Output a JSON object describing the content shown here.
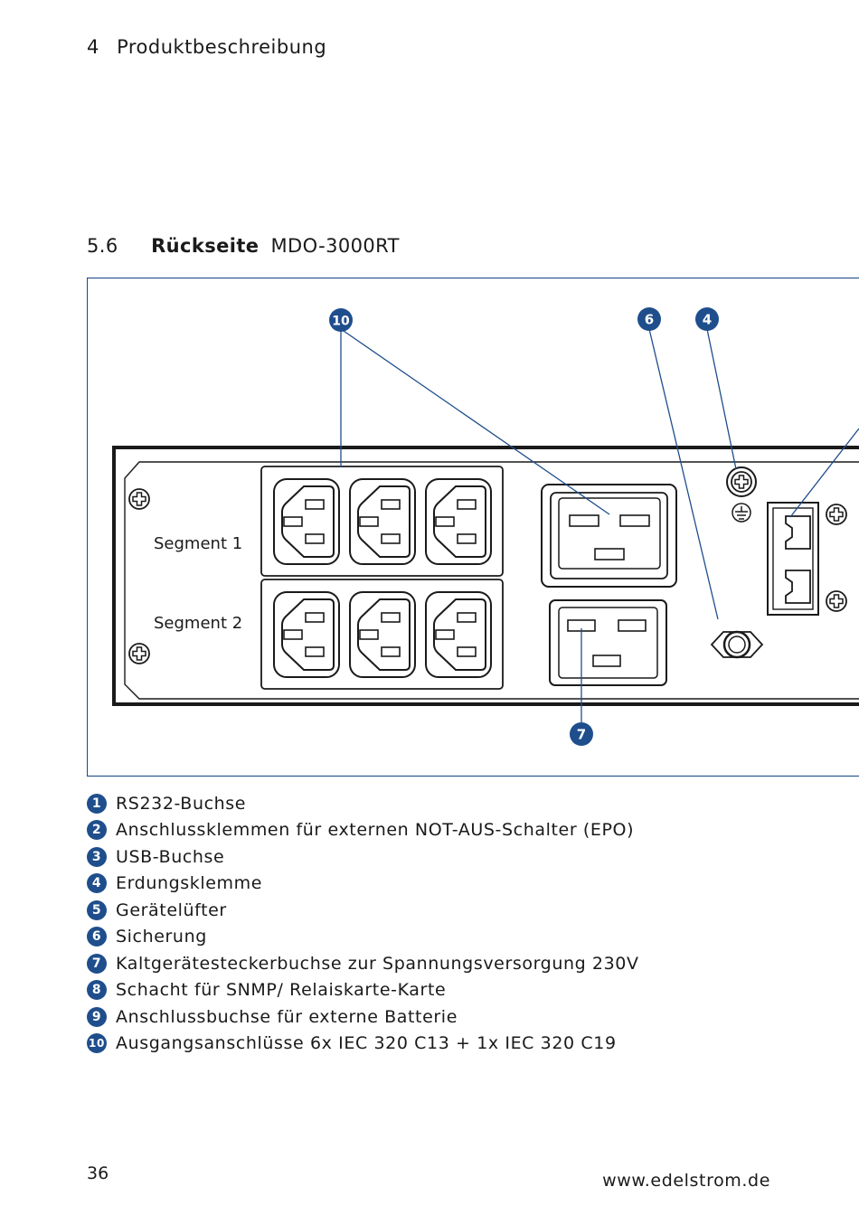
{
  "header": {
    "chapter_number": "4",
    "chapter_title": "Produktbeschreibung"
  },
  "section": {
    "number": "5.6",
    "title": "Rückseite",
    "model": "MDO-3000RT"
  },
  "figure": {
    "segment_labels": [
      "Segment 1",
      "Segment 2"
    ],
    "callouts": [
      "10",
      "6",
      "4",
      "7"
    ],
    "accent_color": "#1f4e8c"
  },
  "legend": [
    {
      "num": "1",
      "text": "RS232-Buchse"
    },
    {
      "num": "2",
      "text": "Anschlussklemmen für externen NOT-AUS-Schalter (EPO)"
    },
    {
      "num": "3",
      "text": "USB-Buchse"
    },
    {
      "num": "4",
      "text": "Erdungsklemme"
    },
    {
      "num": "5",
      "text": "Gerätelüfter"
    },
    {
      "num": "6",
      "text": "Sicherung"
    },
    {
      "num": "7",
      "text": "Kaltgerätesteckerbuchse zur Spannungsversorgung 230V"
    },
    {
      "num": "8",
      "text": "Schacht für SNMP/ Relaiskarte-Karte"
    },
    {
      "num": "9",
      "text": "Anschlussbuchse für externe Batterie"
    },
    {
      "num": "10",
      "text": "Ausgangsanschlüsse 6x IEC 320 C13 + 1x IEC 320 C19"
    }
  ],
  "footer": {
    "page_number": "36",
    "website": "www.edelstrom.de"
  }
}
